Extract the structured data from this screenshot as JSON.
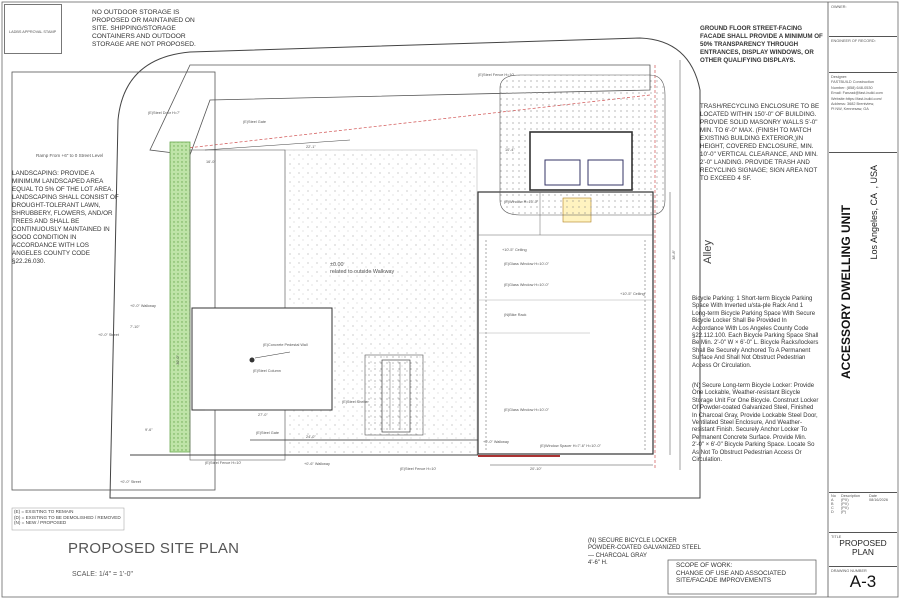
{
  "stamp": {
    "label": "LADBS APPROVAL STAMP"
  },
  "notes": {
    "no_storage": "NO OUTDOOR STORAGE IS PROPOSED OR MAINTAINED ON SITE. SHIPPING/STORAGE CONTAINERS AND OUTDOOR STORAGE ARE NOT PROPOSED.",
    "ground_floor": "GROUND FLOOR STREET-FACING FACADE SHALL PROVIDE A MINIMUM OF 50% TRANSPARENCY THROUGH ENTRANCES, DISPLAY WINDOWS, OR OTHER QUALIFYING DISPLAYS.",
    "trash": "TRASH/RECYCLING ENCLOSURE TO BE LOCATED WITHIN 150'-0\" OF BUILDING. PROVIDE SOLID MASONRY WALLS 5'-0\" MIN. TO 6'-0\" MAX. (FINISH TO MATCH EXISTING BUILDING EXTERIOR,)IN HEIGHT, COVERED ENCLOSURE, MIN. 10'-0\" VERTICAL CLEARANCE, AND MIN. 2'-0\" LANDING. PROVIDE TRASH AND RECYCLING SIGNAGE; SIGN AREA NOT TO EXCEED 4 SF.",
    "landscaping": "LANDSCAPING: PROVIDE A MINIMUM LANDSCAPED AREA EQUAL TO 5% OF THE LOT AREA. LANDSCAPING SHALL CONSIST OF DROUGHT-TOLERANT LAWN, SHRUBBERY, FLOWERS, AND/OR TREES AND SHALL BE CONTINUOUSLY MAINTAINED IN GOOD CONDITION IN ACCORDANCE WITH LOS ANGELES COUNTY CODE §22.26.030.",
    "bicycle_parking": "Bicycle Parking: 1 Short-term Bicycle Parking Space With Inverted u/sta-ple Rack And 1 Long-term Bicycle Parking Space With Secure Bicycle Locker Shall Be Provided In Accordance With Los Angeles County Code §22.112.100. Each Bicycle Parking Space Shall Be Min. 2'-0\" W × 6'-0\" L. Bicycle Racks/lockers Shall Be Securely Anchored To A Permanent Surface And Shall Not Obstruct Pedestrian Access Or Circulation.",
    "secure_locker": "(N) Secure Long-term Bicycle Locker: Provide One Lockable, Weather-resistant Bicycle Storage Unit For One Bicycle. Construct Locker Of Powder-coated Galvanized Steel, Finished In Charcoal Gray, Provide Lockable Steel Door, Ventilated Steel Enclosure, And Weather-resistant Finish. Securely Anchor Locker To Permanent Concrete Surface. Provide Min. 2'-0\" × 6'-0\" Bicycle Parking Space. Locate So As Not To Obstruct Pedestrian Access Or Circulation.",
    "locker_callout": [
      "(N) SECURE BICYCLE LOCKER",
      "POWDER-COATED GALVANIZED STEEL",
      "— CHARCOAL GRAY",
      "4'-6\" H."
    ]
  },
  "legend": [
    "(E) = EXISTING TO REMAIN",
    "(D) = EXISTING TO BE DEMOLISHED / REMOVED",
    "(N) = NEW / PROPOSED"
  ],
  "sheet": {
    "title": "PROPOSED SITE PLAN",
    "scale": "SCALE: 1/4\" = 1'-0\"",
    "scope_heading": "SCOPE OF WORK:",
    "scope_lines": [
      "CHANGE OF USE AND ASSOCIATED",
      "SITE/FACADE IMPROVEMENTS"
    ]
  },
  "plan_labels": {
    "alley": "Alley",
    "ramp": "Ramp From +6\" to 0 Street Level",
    "steel_door": "(E)Steel Door H=7'",
    "steel_gate_top": "(E)Steel Gate",
    "steel_gate_bottom": "(E)Steel Gate",
    "steel_fence_top": "(E)Steel Fence H=10'",
    "steel_fence_bottom": "(E)Steel Fence H=10'",
    "steel_fence_mid": "(E)Steel Fence H=10'",
    "steel_shelter": "(E)Steel Shelter",
    "walkway_note": "related to outside Walkway",
    "walkway_elev": "±0.00",
    "dim_22": "22'-1\"",
    "dim_16": "16'-0\"",
    "dim_27": "27'-0\"",
    "dim_24": "24'-0\"",
    "dim_38": "38'-8\"",
    "dim_30": "30'-0\"",
    "dim_7": "7'-10\"",
    "dim_9": "9'-6\"",
    "dim_10": "10'-4\"",
    "dim_20": "20'-10\"",
    "ceiling_1": "+10'-5\" Ceiling",
    "ceiling_2": "+10'-5\" Ceiling",
    "walkway_1": "+0'-0\" Walkway",
    "walkway_2": "+0'-6\" Walkway",
    "walkway_3": "+0'-0\" Walkway",
    "street_1": "+0'-0\" Street",
    "street_2": "+0'-0\" Street",
    "window_1": "(E)Window H=10'-0\"",
    "window_2": "(E)Glass Window H=10'-0\"",
    "window_3": "(E)Glass Window H=10'-0\"",
    "window_4": "(E)Glass Window H=10'-0\"",
    "window_5": "(E)Window Spacer H=7'-6\" H=10'-0\"",
    "bike_rack": "(N)Bike Rack",
    "column": "(E)Steel Column",
    "pedestal": "(E)Concrete Pedestal Wall"
  },
  "titleblock": {
    "owner_label": "OWNER:",
    "engineer_label": "ENGINEER OF RECORD:",
    "designer_lines": [
      "Designer:",
      "FASTBUILD Construction",
      "Number: (858) 648-0530",
      "Email: Fanzad@fast-build.com",
      "Website:https://fast-build.com/",
      "Address: 3682 Brentview,",
      "Pl NW, Kennesaw, GA"
    ],
    "project_title": "ACCESSORY DWELLING UNIT",
    "project_location_usa": ", USA",
    "project_location": "Los Angeles, CA",
    "rev_headers": [
      "No",
      "Description",
      "Date"
    ],
    "revisions": [
      [
        "A",
        "(PX)",
        "08/16/2026"
      ],
      [
        "B",
        "(PX)",
        ""
      ],
      [
        "C",
        "(PX)",
        ""
      ],
      [
        "D",
        "(P)",
        ""
      ]
    ],
    "title_label": "TITLE",
    "sheet_title_lines": [
      "PROPOSED",
      "PLAN"
    ],
    "drawing_number_label": "DRAWING NUMBER",
    "drawing_number": "A-3"
  },
  "colors": {
    "line": "#333333",
    "landscape": "#9ad27f",
    "dashed_red": "#d05050"
  }
}
